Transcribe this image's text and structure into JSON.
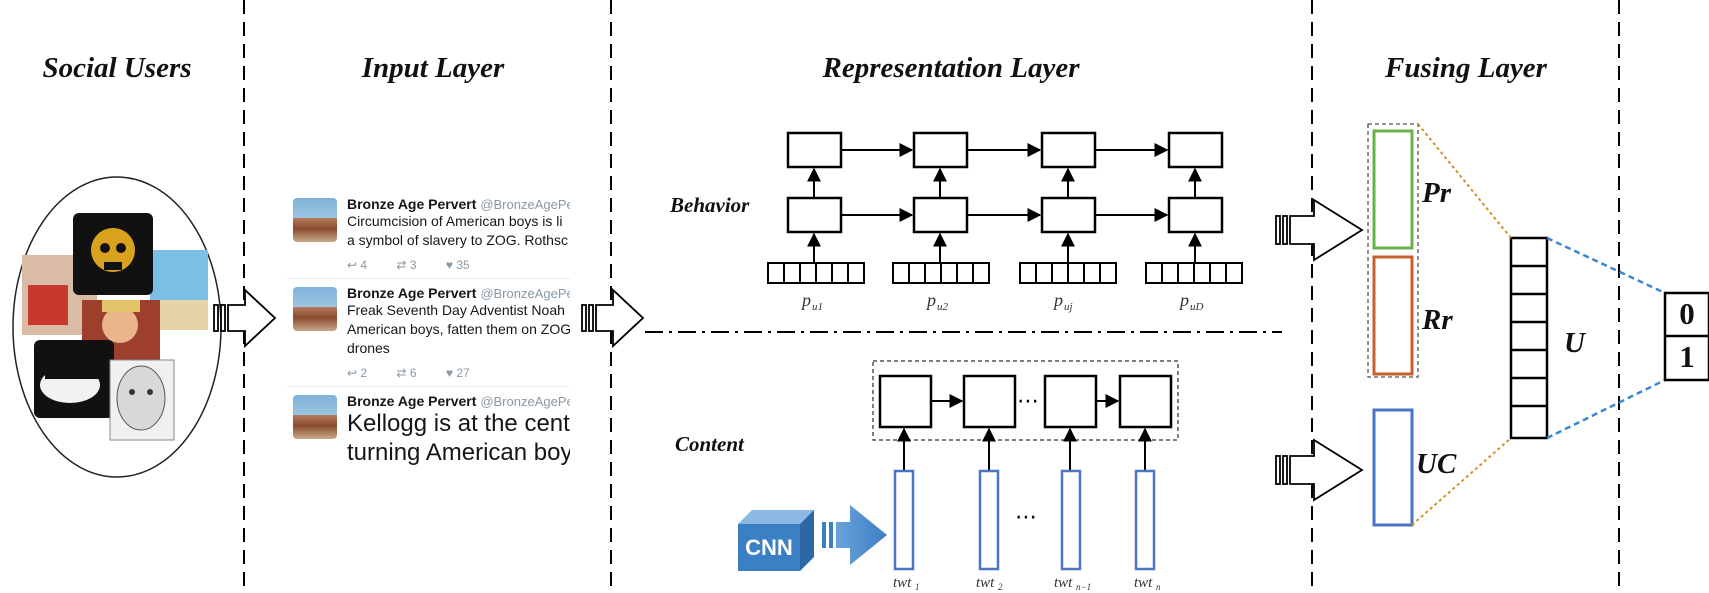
{
  "headers": {
    "social_users": "Social Users",
    "input_layer": "Input Layer",
    "representation_layer": "Representation Layer",
    "fusing_layer": "Fusing Layer"
  },
  "representation": {
    "behavior_label": "Behavior",
    "content_label": "Content",
    "behavior_inputs": [
      "p",
      "p",
      "p",
      "p"
    ],
    "behavior_subscripts": [
      "u1",
      "u2",
      "uj",
      "uD"
    ],
    "tweet_labels": [
      "twt",
      "twt",
      "twt",
      "twt"
    ],
    "tweet_subscripts": [
      "1",
      "2",
      "n−1",
      "n"
    ],
    "ellipsis": "⋯",
    "cnn_label": "CNN"
  },
  "fusing": {
    "pr_label": "Pr",
    "rr_label": "Rr",
    "uc_label": "UC",
    "u_label": "U"
  },
  "output": {
    "bits": [
      "0",
      "1"
    ]
  },
  "tweets": [
    {
      "name": "Bronze Age Pervert",
      "handle": "@BronzeAgePerv ·",
      "lines": [
        "Circumcision of American boys is li",
        "a symbol of slavery to ZOG. Rothsc"
      ],
      "reply": "4",
      "retweet": "3",
      "like": "35",
      "big": false
    },
    {
      "name": "Bronze Age Pervert",
      "handle": "@BronzeAgePerv ·",
      "lines": [
        "Freak Seventh Day Adventist Noah",
        "American boys, fatten them on ZOG",
        "drones"
      ],
      "reply": "2",
      "retweet": "6",
      "like": "27",
      "big": false
    },
    {
      "name": "Bronze Age Pervert",
      "handle": "@BronzeAgePerv",
      "lines": [
        "Kellogg is at the cent",
        "turning American boy"
      ],
      "big": true
    }
  ],
  "colors": {
    "pr_box": "#6ab04c",
    "rr_box": "#c8602c",
    "uc_box": "#4a74c4",
    "cnn_blue": "#3b7fc4",
    "connector_orange": "#d4902a",
    "connector_blue": "#3d86d6"
  }
}
